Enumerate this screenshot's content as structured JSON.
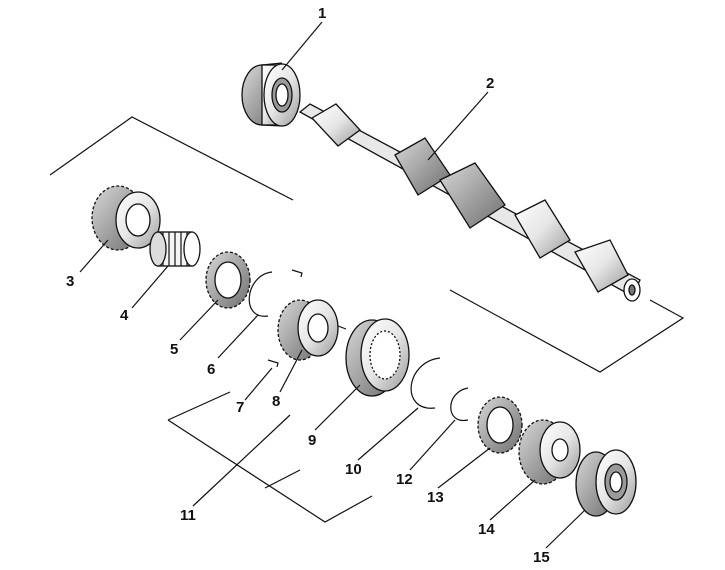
{
  "callouts": [
    {
      "id": "1",
      "label": "1"
    },
    {
      "id": "2",
      "label": "2"
    },
    {
      "id": "3",
      "label": "3"
    },
    {
      "id": "4",
      "label": "4"
    },
    {
      "id": "5",
      "label": "5"
    },
    {
      "id": "6",
      "label": "6"
    },
    {
      "id": "7",
      "label": "7"
    },
    {
      "id": "8",
      "label": "8"
    },
    {
      "id": "9",
      "label": "9"
    },
    {
      "id": "10",
      "label": "10"
    },
    {
      "id": "11",
      "label": "11"
    },
    {
      "id": "12",
      "label": "12"
    },
    {
      "id": "13",
      "label": "13"
    },
    {
      "id": "14",
      "label": "14"
    },
    {
      "id": "15",
      "label": "15"
    }
  ],
  "colors": {
    "ink": "#111111",
    "paper": "#ffffff",
    "metal_light": "#f2f2f2",
    "metal_mid": "#cfcfcf",
    "metal_dark": "#8a8a8a"
  }
}
